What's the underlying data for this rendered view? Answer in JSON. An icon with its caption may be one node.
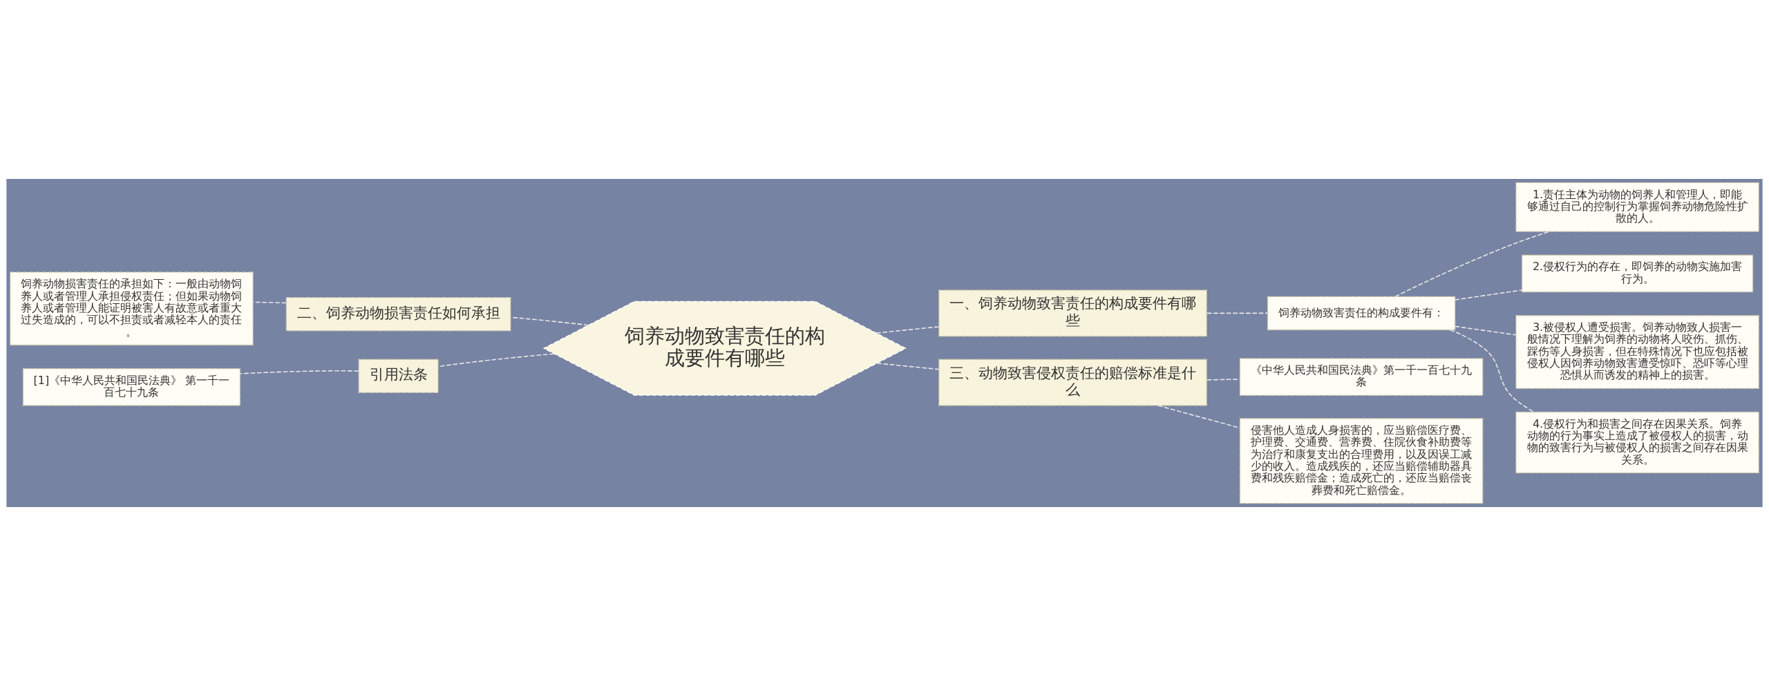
{
  "diagram": {
    "nodes": [
      {
        "text": [
          "饲养动物致害责任的构成要件有哪些"
        ]
      },
      {
        "text": [
          "一、饲养动物致害责任的构成要件有哪些"
        ]
      },
      {
        "text": [
          "饲养动物致害责任的构成要件有："
        ]
      },
      {
        "text": [
          "1.责任主体为动物的饲养人和管理人，即能够通过自己的控制行为掌握饲养动物危险性扩散的人。"
        ]
      },
      {
        "text": [
          "2.侵权行为的存在，即饲养的动物实施加害行为。"
        ]
      },
      {
        "text": [
          "3.被侵权人遭受损害。饲养动物致人损害一般情况下理解为饲养的动物将人咬伤、抓伤、踩伤等人身损害，但在特殊情况下也应包括被侵权人因饲养动物致害遭受惊吓、恐吓等心理恐惧从而诱发的精神上的损害。"
        ]
      },
      {
        "text": [
          "4.侵权行为和损害之间存在因果关系。饲养动物的行为事实上造成了被侵权人的损害，动物的致害行为与被侵权人的损害之间存在因果关系。"
        ]
      },
      {
        "text": [
          "二、饲养动物损害责任如何承担"
        ]
      },
      {
        "text": [
          "饲养动物损害责任的承担如下：一般由动物饲养人或者管理人承担侵权责任；但如果动物饲养人或者管理人能证明被害人有故意或者重大过失造成的，可以不担责或者减轻本人的责任。"
        ]
      },
      {
        "text": [
          "三、动物致害侵权责任的赔偿标准是什么"
        ]
      },
      {
        "text": [
          "《中华人民共和国民法典》第一千一百七十九条"
        ]
      },
      {
        "text": [
          "侵害他人造成人身损害的，应当赔偿医疗费、护理费、交通费、营养费、住院伙食补助费等为治疗和康复支出的合理费用，以及因误工减少的收入。造成残疾的，还应当赔偿辅助器具费和残疾赔偿金；造成死亡的，还应当赔偿丧葬费和死亡赔偿金。"
        ]
      },
      {
        "text": [
          "引用法条"
        ]
      },
      {
        "text": [
          "[1]《中华人民共和国民法典》 第一千一百七十九条"
        ]
      }
    ],
    "edges": [
      {
        "from": 0,
        "to": 1,
        "arrow": "none"
      },
      {
        "from": 1,
        "to": 2,
        "arrow": "none"
      },
      {
        "from": 2,
        "to": 3,
        "arrow": "none"
      },
      {
        "from": 2,
        "to": 4,
        "arrow": "none"
      },
      {
        "from": 2,
        "to": 5,
        "arrow": "none"
      },
      {
        "from": 2,
        "to": 6,
        "arrow": "none"
      },
      {
        "from": 0,
        "to": 7,
        "arrow": "none"
      },
      {
        "from": 7,
        "to": 8,
        "arrow": "none"
      },
      {
        "from": 0,
        "to": 9,
        "arrow": "none"
      },
      {
        "from": 9,
        "to": 10,
        "arrow": "none"
      },
      {
        "from": 9,
        "to": 11,
        "arrow": "none"
      },
      {
        "from": 0,
        "to": 12,
        "arrow": "none"
      },
      {
        "from": 12,
        "to": 13,
        "arrow": "none"
      }
    ]
  }
}
